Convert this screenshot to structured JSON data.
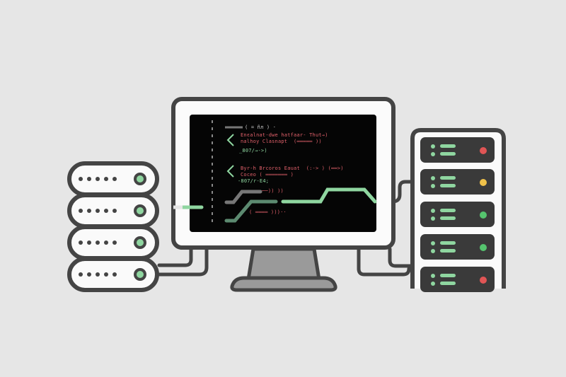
{
  "scene": {
    "title": "Servers connected to monitor illustration",
    "colors": {
      "background": "#e6e6e6",
      "outline": "#444444",
      "screen": "#050505",
      "green": "#8fd6a0",
      "dark_green": "#5c8a70",
      "red": "#e05555",
      "yellow": "#f0c24a",
      "stand": "#9a9a9a"
    }
  },
  "monitor": {
    "code_lines": [
      {
        "text": "( = ñл ) ·",
        "color": "#cfcfcf"
      },
      {
        "text": "Enєalnat-dwe hatfaar- Thut→)",
        "color": "#e0606a"
      },
      {
        "text": "nalhoy Clasnapt  (═════ ))",
        "color": "#e0606a"
      },
      {
        "text": "_807/→->)",
        "color": "#8fd6a0"
      },
      {
        "text": "Byr-h Brcoros Eauat  (:-> ) (══>)",
        "color": "#e0606a"
      },
      {
        "text": "Coceo ( ═══════ )",
        "color": "#e0606a"
      },
      {
        "text": "-807/r-E4;",
        "color": "#8fd6a0"
      },
      {
        "text": "──)) ))",
        "color": "#e0606a"
      },
      {
        "text": "( ════ )))··",
        "color": "#e0606a"
      }
    ]
  },
  "left_server": {
    "units": [
      {
        "status": "green"
      },
      {
        "status": "green"
      },
      {
        "status": "green"
      },
      {
        "status": "green"
      }
    ]
  },
  "right_rack": {
    "units": [
      {
        "status_color": "#e05555"
      },
      {
        "status_color": "#f0c24a"
      },
      {
        "status_color": "#55c46e"
      },
      {
        "status_color": "#55c46e"
      },
      {
        "status_color": "#e05555"
      }
    ]
  }
}
